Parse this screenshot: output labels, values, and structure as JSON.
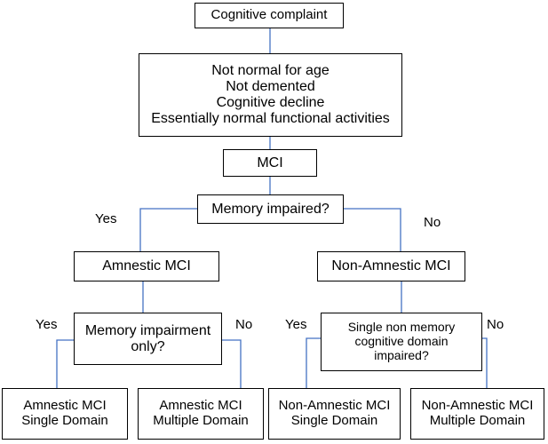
{
  "nodes": {
    "complaint": {
      "lines": [
        "Cognitive complaint"
      ]
    },
    "criteria": {
      "lines": [
        "Not normal for age",
        "Not demented",
        "Cognitive decline",
        "Essentially normal functional activities"
      ]
    },
    "mci": {
      "lines": [
        "MCI"
      ]
    },
    "memory_q": {
      "lines": [
        "Memory impaired?"
      ]
    },
    "amnestic": {
      "lines": [
        "Amnestic MCI"
      ]
    },
    "non_amnestic": {
      "lines": [
        "Non-Amnestic MCI"
      ]
    },
    "memory_only_q": {
      "lines": [
        "Memory impairment",
        "only?"
      ]
    },
    "single_domain_q": {
      "lines": [
        "Single non memory",
        "cognitive domain",
        "impaired?"
      ]
    },
    "amnestic_single": {
      "lines": [
        "Amnestic MCI",
        "Single Domain"
      ]
    },
    "amnestic_multiple": {
      "lines": [
        "Amnestic MCI",
        "Multiple Domain"
      ]
    },
    "non_amnestic_single": {
      "lines": [
        "Non-Amnestic MCI",
        "Single Domain"
      ]
    },
    "non_amnestic_multiple": {
      "lines": [
        "Non-Amnestic MCI",
        "Multiple Domain"
      ]
    }
  },
  "edge_labels": {
    "memory_yes": "Yes",
    "memory_no": "No",
    "memory_only_yes": "Yes",
    "memory_only_no": "No",
    "single_domain_yes": "Yes",
    "single_domain_no": "No"
  },
  "colors": {
    "connector": "#4472c4",
    "border": "#000000",
    "text": "#000000"
  }
}
